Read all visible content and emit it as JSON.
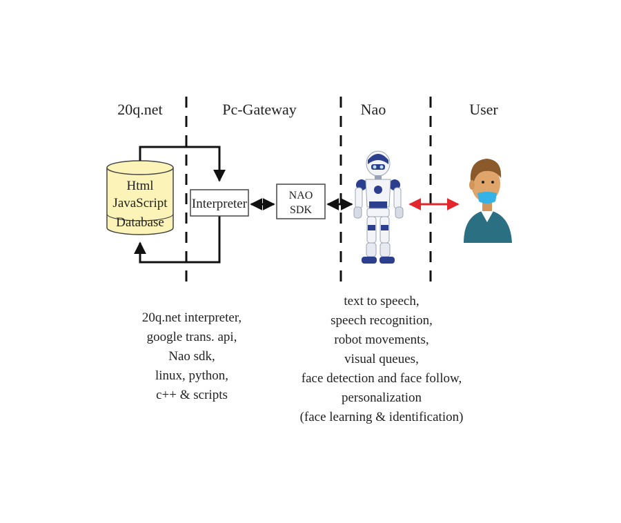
{
  "columns": {
    "col_20q": "20q.net",
    "col_gateway": "Pc-Gateway",
    "col_nao": "Nao",
    "col_user": "User"
  },
  "database": {
    "line1": "Html",
    "line2": "JavaScript",
    "line3": "Database"
  },
  "interpreter": {
    "label": "Interpreter"
  },
  "sdk": {
    "line1": "NAO",
    "line2": "SDK"
  },
  "gateway_notes": [
    "20q.net interpreter,",
    "google trans. api,",
    "Nao sdk,",
    "linux, python,",
    "c++ & scripts"
  ],
  "nao_notes": [
    "text to speech,",
    "speech recognition,",
    "robot movements,",
    "visual queues,",
    "face detection and face follow,",
    "personalization",
    "(face learning & identification)"
  ],
  "colors": {
    "database_fill": "#fbf3b8",
    "robot_blue": "#2c3f8f",
    "robot_white": "#f2f4f8",
    "user_arrow": "#e3262b",
    "user_shirt": "#2a6f82",
    "user_hair": "#8b5a2b",
    "user_skin": "#e0a56a",
    "mask": "#36b3e6"
  }
}
